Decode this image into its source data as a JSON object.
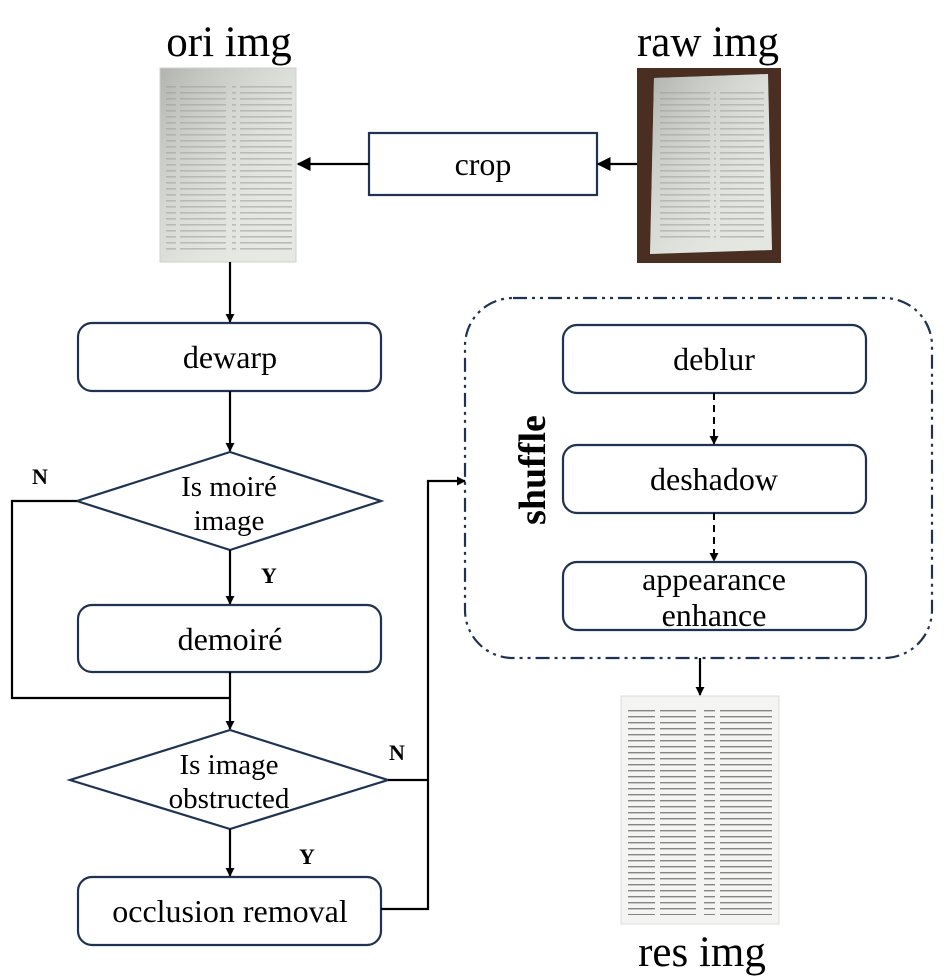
{
  "images": {
    "ori": "ori img",
    "raw": "raw img",
    "res": "res img"
  },
  "steps": {
    "crop": "crop",
    "dewarp": "dewarp",
    "demoire": "demoiré",
    "occlusion": "occlusion removal",
    "deblur": "deblur",
    "deshadow": "deshadow",
    "appearance_line1": "appearance",
    "appearance_line2": "enhance"
  },
  "decisions": {
    "moire_line1": "Is moiré",
    "moire_line2": "image",
    "obstructed_line1": "Is image",
    "obstructed_line2": "obstructed"
  },
  "branch_labels": {
    "moire_no": "N",
    "moire_yes": "Y",
    "obstructed_no": "N",
    "obstructed_yes": "Y"
  },
  "group": {
    "label": "shuffle"
  },
  "colors": {
    "box_stroke": "#1f3350",
    "arrow": "#000000",
    "raw_background": "#4a2e22",
    "paper": "#e9ebe6"
  }
}
